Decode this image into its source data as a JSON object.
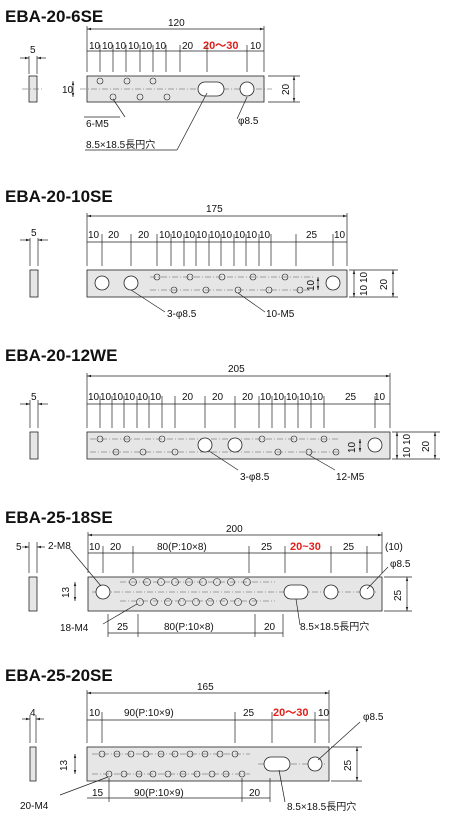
{
  "s1": {
    "title": "EBA-20-6SE",
    "side_w": "5",
    "total": "120",
    "pitch": [
      "10",
      "10",
      "10",
      "10",
      "10",
      "10",
      "20"
    ],
    "range": "20～30",
    "end": "10",
    "h_left": "10",
    "h_right": "20",
    "tap": "6-M5",
    "hole": "φ8.5",
    "slot": "8.5×18.5長円穴"
  },
  "s2": {
    "title": "EBA-20-10SE",
    "side_w": "5",
    "total": "175",
    "pitch": [
      "10",
      "20",
      "20",
      "10",
      "10",
      "10",
      "10",
      "10",
      "10",
      "10",
      "10",
      "10",
      "25",
      "10"
    ],
    "h_inner": "10",
    "h_a": "10",
    "h_b": "10",
    "h_total": "20",
    "holes": "3-φ8.5",
    "tap": "10-M5"
  },
  "s3": {
    "title": "EBA-20-12WE",
    "side_w": "5",
    "total": "205",
    "pitch": [
      "10",
      "10",
      "10",
      "10",
      "10",
      "10",
      "20",
      "20",
      "20",
      "10",
      "10",
      "10",
      "10",
      "10",
      "25",
      "10"
    ],
    "h_inner": "10",
    "h_a": "10",
    "h_b": "10",
    "h_total": "20",
    "holes": "3-φ8.5",
    "tap": "12-M5"
  },
  "s4": {
    "title": "EBA-25-18SE",
    "side_w": "5",
    "total": "200",
    "top_pitch": [
      "10",
      "20",
      "80(P:10×8)",
      "25"
    ],
    "range": "20~30",
    "top_end": [
      "25",
      "(10)"
    ],
    "bottom_pitch": [
      "25",
      "80(P:10×8)",
      "20"
    ],
    "h_left": "13",
    "h_right": "25",
    "big_tap": "2-M8",
    "small_tap": "18-M4",
    "hole": "φ8.5",
    "slot": "8.5×18.5長円穴"
  },
  "s5": {
    "title": "EBA-25-20SE",
    "side_w": "4",
    "total": "165",
    "top_pitch": [
      "10",
      "90(P:10×9)",
      "25"
    ],
    "range": "20～30",
    "end": "10",
    "bottom_pitch": [
      "15",
      "90(P:10×9)",
      "20"
    ],
    "h_left": "13",
    "h_right": "25",
    "tap": "20-M4",
    "hole": "φ8.5",
    "slot": "8.5×18.5長円穴"
  }
}
